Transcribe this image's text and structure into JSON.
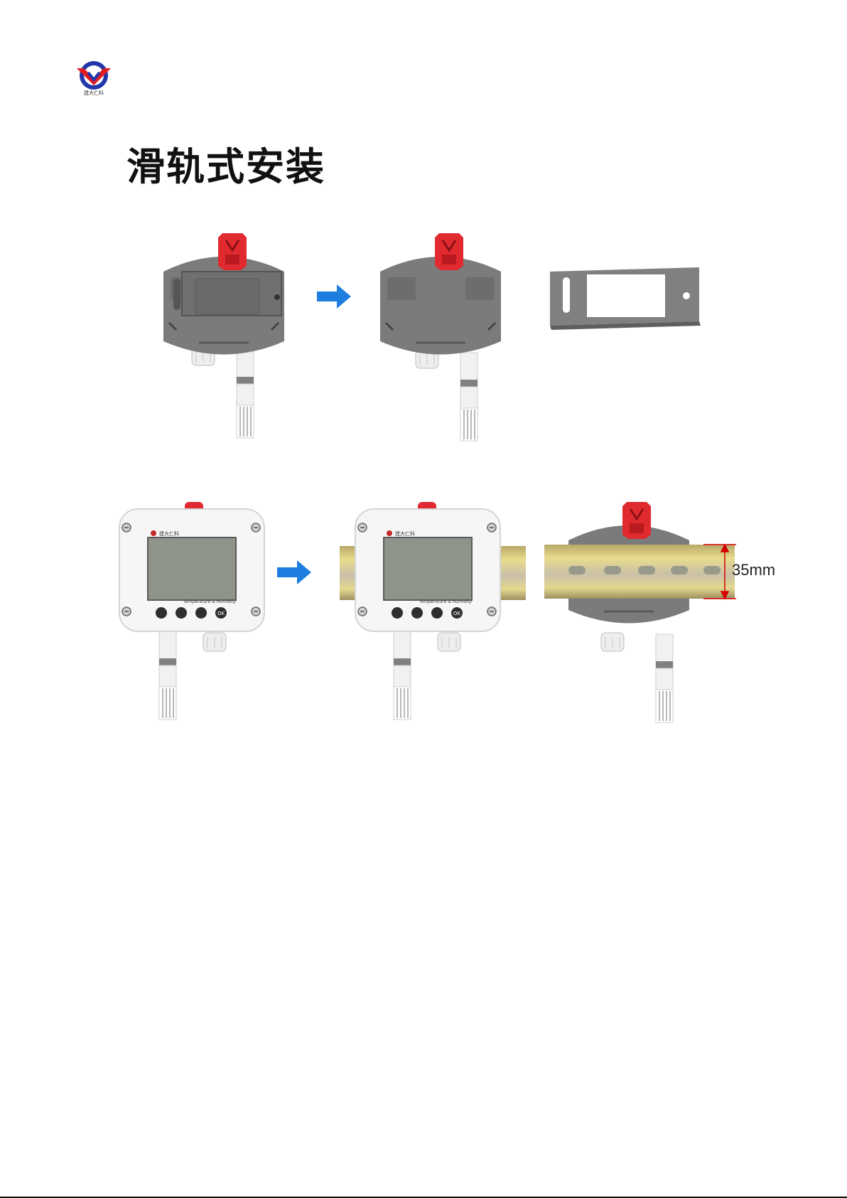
{
  "logo": {
    "icon": "company-logo-icon",
    "brand_text": "建大仁科"
  },
  "page": {
    "title": "滑轨式安装"
  },
  "figure": {
    "rail_height_label": "35mm",
    "device_brand": "建大仁科",
    "device_caption": "Temperature & Humidity",
    "button_ok_label": "OK",
    "colors": {
      "arrow": "#1e7ee0",
      "clip": "#e02a30",
      "housing": "#7a7a7a",
      "rail": "#d9cc7a",
      "dimension": "#d40000"
    }
  }
}
